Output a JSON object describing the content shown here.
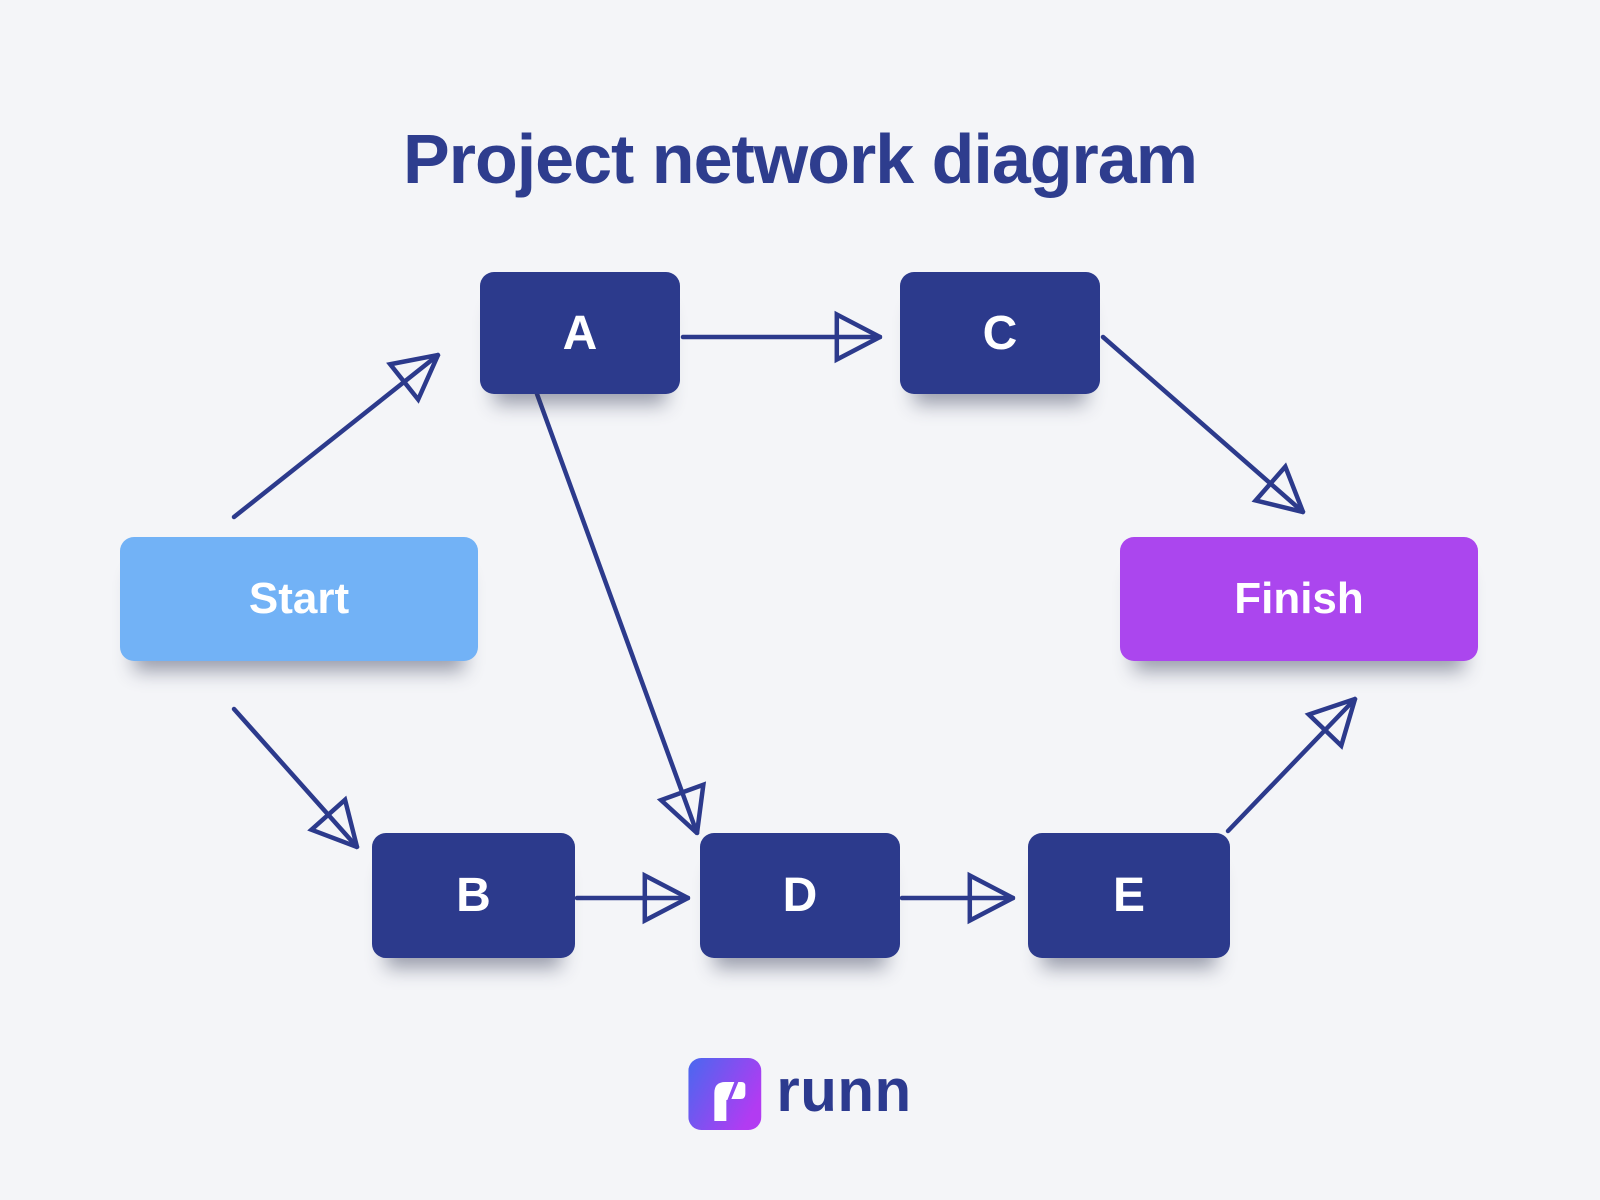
{
  "title": "Project network diagram",
  "colors": {
    "background": "#f4f5f8",
    "navy": "#2c3a8c",
    "start_fill": "#72b2f6",
    "finish_fill": "#ab46ee",
    "node_text": "#ffffff",
    "arrow": "#2c3a8c",
    "title_text": "#2e3d8e",
    "brand_text": "#2c3a8f",
    "logo_gradient_start": "#4968ef",
    "logo_gradient_end": "#b23bf2"
  },
  "diagram": {
    "arrow_style": "open-triangle",
    "nodes": [
      {
        "id": "start",
        "label": "Start",
        "kind": "milestone-start"
      },
      {
        "id": "A",
        "label": "A",
        "kind": "task"
      },
      {
        "id": "B",
        "label": "B",
        "kind": "task"
      },
      {
        "id": "C",
        "label": "C",
        "kind": "task"
      },
      {
        "id": "D",
        "label": "D",
        "kind": "task"
      },
      {
        "id": "E",
        "label": "E",
        "kind": "task"
      },
      {
        "id": "finish",
        "label": "Finish",
        "kind": "milestone-finish"
      }
    ],
    "edges": [
      {
        "from": "Start",
        "to": "A"
      },
      {
        "from": "Start",
        "to": "B"
      },
      {
        "from": "A",
        "to": "C"
      },
      {
        "from": "A",
        "to": "D"
      },
      {
        "from": "B",
        "to": "D"
      },
      {
        "from": "D",
        "to": "E"
      },
      {
        "from": "C",
        "to": "Finish"
      },
      {
        "from": "E",
        "to": "Finish"
      }
    ]
  },
  "footer": {
    "brand": "runn",
    "logo_icon": "runn-logo-icon"
  }
}
